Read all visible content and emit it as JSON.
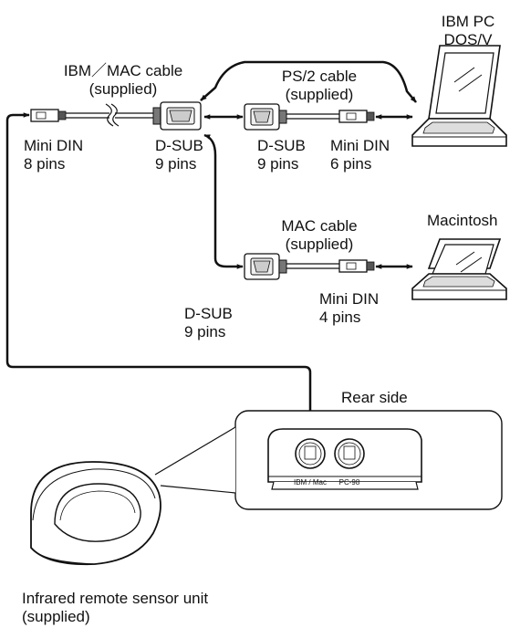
{
  "labels": {
    "ibm_pc_line1": "IBM PC",
    "ibm_pc_line2": "DOS/V",
    "ibm_mac_cable_line1": "IBM／MAC cable",
    "ibm_mac_cable_line2": "(supplied)",
    "ps2_cable_line1": "PS/2 cable",
    "ps2_cable_line2": "(supplied)",
    "mini_din_8_line1": "Mini DIN",
    "mini_din_8_line2": "8 pins",
    "dsub_left_line1": "D-SUB",
    "dsub_left_line2": "9 pins",
    "dsub_ps2_line1": "D-SUB",
    "dsub_ps2_line2": "9 pins",
    "mini_din_6_line1": "Mini DIN",
    "mini_din_6_line2": "6 pins",
    "macintosh": "Macintosh",
    "mac_cable_line1": "MAC cable",
    "mac_cable_line2": "(supplied)",
    "dsub_mac_line1": "D-SUB",
    "dsub_mac_line2": "9 pins",
    "mini_din_4_line1": "Mini DIN",
    "mini_din_4_line2": "4 pins",
    "rear_side": "Rear side",
    "port_ibm_mac": "IBM / Mac",
    "port_pc98": "PC-98",
    "sensor_line1": "Infrared remote sensor unit",
    "sensor_line2": "(supplied)"
  }
}
